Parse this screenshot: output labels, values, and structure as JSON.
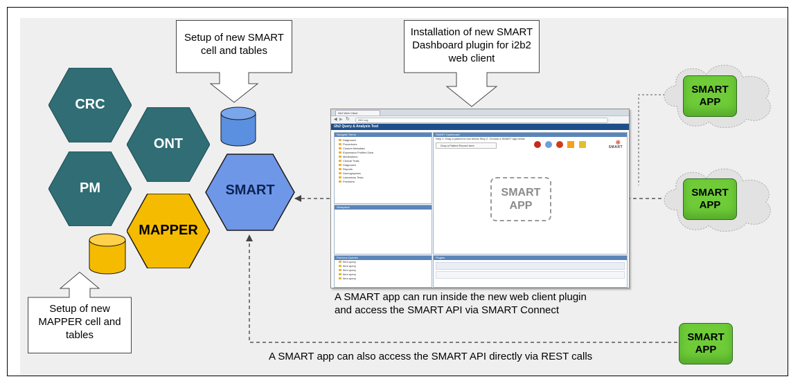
{
  "callouts": {
    "smart_cell": [
      "Setup of new SMART",
      "cell and tables"
    ],
    "dashboard": [
      "Installation of new SMART",
      "Dashboard plugin for i2b2",
      "web client"
    ],
    "mapper": [
      "Setup of new",
      "MAPPER cell and",
      "tables"
    ]
  },
  "hexagons": {
    "crc": "CRC",
    "ont": "ONT",
    "pm": "PM",
    "mapper": "MAPPER",
    "smart": "SMART"
  },
  "apps": {
    "cloud1": [
      "SMART",
      "APP"
    ],
    "cloud2": [
      "SMART",
      "APP"
    ],
    "bottom": [
      "SMART",
      "APP"
    ],
    "embedded": [
      "SMART",
      "APP"
    ]
  },
  "captions": {
    "inside_1": "A SMART app can run inside the new web client plugin",
    "inside_2": "and access the SMART API via SMART Connect",
    "rest": "A SMART app can also access the SMART API directly via REST calls"
  },
  "screenshot": {
    "tab": "i2b2 Web Client",
    "url": "i2b2.org",
    "appbar": "i2b2  Query & Analysis Tool",
    "pane_terms": "Navigate Terms",
    "pane_workplace": "Workplace",
    "pane_prev": "Previous Queries",
    "pane_dashboard": "SMART Dashboard",
    "pane_plugins": "Plugins",
    "tree_terms": [
      "Diagnoses",
      "Procedures",
      "Custom Metadata",
      "Expression Profiles Data",
      "Medications",
      "Clinical Trials",
      "Diagnoses",
      "Reports",
      "Demographics",
      "Laboratory Tests",
      "Providers"
    ],
    "tree_prev": [
      "Item query",
      "Item query",
      "Item query",
      "Item query",
      "Item query"
    ],
    "step_bar": "Step 1: Drag a patient to box below    Step 2: Choose a SMART app below",
    "drop_label": "Drop a Patient Record here",
    "smart_logo": "SMART"
  },
  "colors": {
    "hex_teal": "#306d75",
    "hex_mapper": "#f5bb00",
    "hex_smart": "#6f97e8",
    "cyl_blue": "#5b8fe0",
    "cyl_orange": "#f5bb00",
    "app_green": "#6fcc38"
  }
}
